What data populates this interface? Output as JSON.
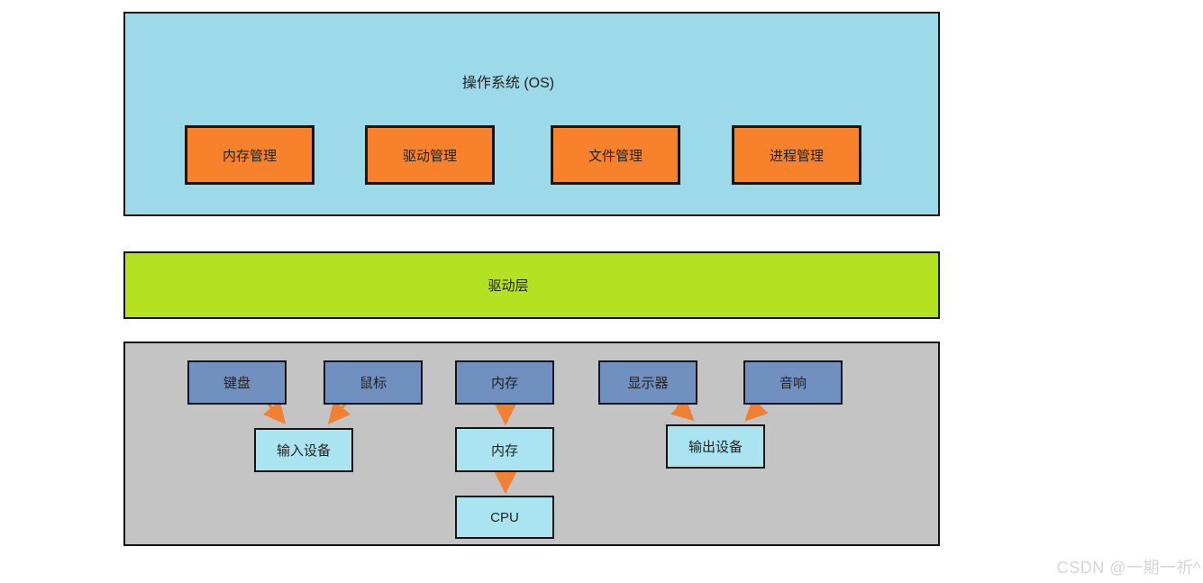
{
  "page": {
    "watermark": "CSDN @一期一祈^",
    "background": "#ffffff"
  },
  "colors": {
    "os_layer_fill": "#9CD9E9",
    "os_module_fill": "#F8812C",
    "driver_layer_fill": "#B4E121",
    "hardware_layer_fill": "#C4C4C4",
    "hardware_device_fill": "#7090C0",
    "device_group_fill": "#AAE4F0",
    "arrow_color": "#F08033",
    "border_color": "#141414"
  },
  "diagram": {
    "os_layer": {
      "title": "操作系统 (OS)",
      "modules": [
        {
          "label": "内存管理"
        },
        {
          "label": "驱动管理"
        },
        {
          "label": "文件管理"
        },
        {
          "label": "进程管理"
        }
      ]
    },
    "driver_layer": {
      "title": "驱动层"
    },
    "hardware_layer": {
      "devices": [
        {
          "id": "keyboard",
          "label": "键盘"
        },
        {
          "id": "mouse",
          "label": "鼠标"
        },
        {
          "id": "memory",
          "label": "内存"
        },
        {
          "id": "display",
          "label": "显示器"
        },
        {
          "id": "speaker",
          "label": "音响"
        }
      ],
      "groups": [
        {
          "id": "input-device",
          "label": "输入设备"
        },
        {
          "id": "memory-group",
          "label": "内存"
        },
        {
          "id": "output-device",
          "label": "输出设备"
        }
      ],
      "cpu": {
        "label": "CPU"
      },
      "connections": [
        {
          "from": "键盘",
          "to": "输入设备"
        },
        {
          "from": "鼠标",
          "to": "输入设备"
        },
        {
          "from": "内存",
          "to": "内存"
        },
        {
          "from": "显示器",
          "to": "输出设备"
        },
        {
          "from": "音响",
          "to": "输出设备"
        },
        {
          "from": "内存",
          "to": "CPU"
        }
      ]
    }
  }
}
